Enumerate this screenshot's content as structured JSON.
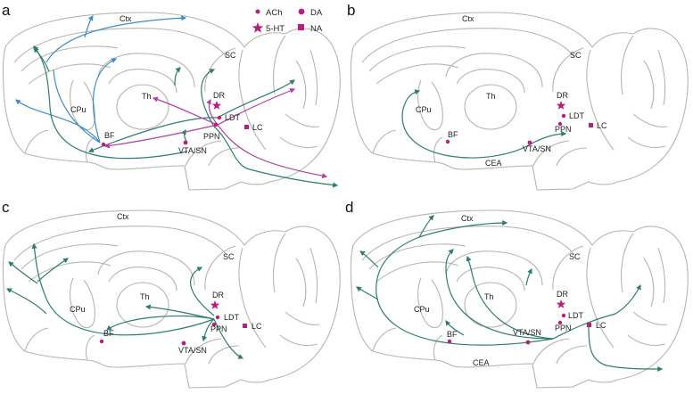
{
  "colors": {
    "outline": "#b9b4ad",
    "cholinergic_arrow": "#2e7d6e",
    "cortical_arrow": "#3d8cc6",
    "magenta_arrow": "#b13fa0",
    "marker": "#b51f7e"
  },
  "legend": {
    "ach": "ACh",
    "da": "DA",
    "ht": "5-HT",
    "na": "NA"
  },
  "panels": [
    {
      "letter": "a",
      "labels": {
        "ctx": "Ctx",
        "sc": "SC",
        "th": "Th",
        "cpu": "CPu",
        "bf": "BF",
        "dr": "DR",
        "ldt": "LDT",
        "ppn": "PPN",
        "lc": "LC",
        "vta": "VTA/SN",
        "cea": ""
      }
    },
    {
      "letter": "b",
      "labels": {
        "ctx": "Ctx",
        "sc": "SC",
        "th": "Th",
        "cpu": "CPu",
        "bf": "BF",
        "dr": "DR",
        "ldt": "LDT",
        "ppn": "PPN",
        "lc": "LC",
        "vta": "VTA/SN",
        "cea": "CEA"
      }
    },
    {
      "letter": "c",
      "labels": {
        "ctx": "Ctx",
        "sc": "SC",
        "th": "Th",
        "cpu": "CPu",
        "bf": "BF",
        "dr": "DR",
        "ldt": "LDT",
        "ppn": "PPN",
        "lc": "LC",
        "vta": "VTA/SN",
        "cea": ""
      }
    },
    {
      "letter": "d",
      "labels": {
        "ctx": "Ctx",
        "sc": "SC",
        "th": "Th",
        "cpu": "CPu",
        "bf": "BF",
        "dr": "DR",
        "ldt": "LDT",
        "ppn": "PPN",
        "lc": "LC",
        "vta": "VTA/SN",
        "cea": "CEA"
      }
    }
  ]
}
